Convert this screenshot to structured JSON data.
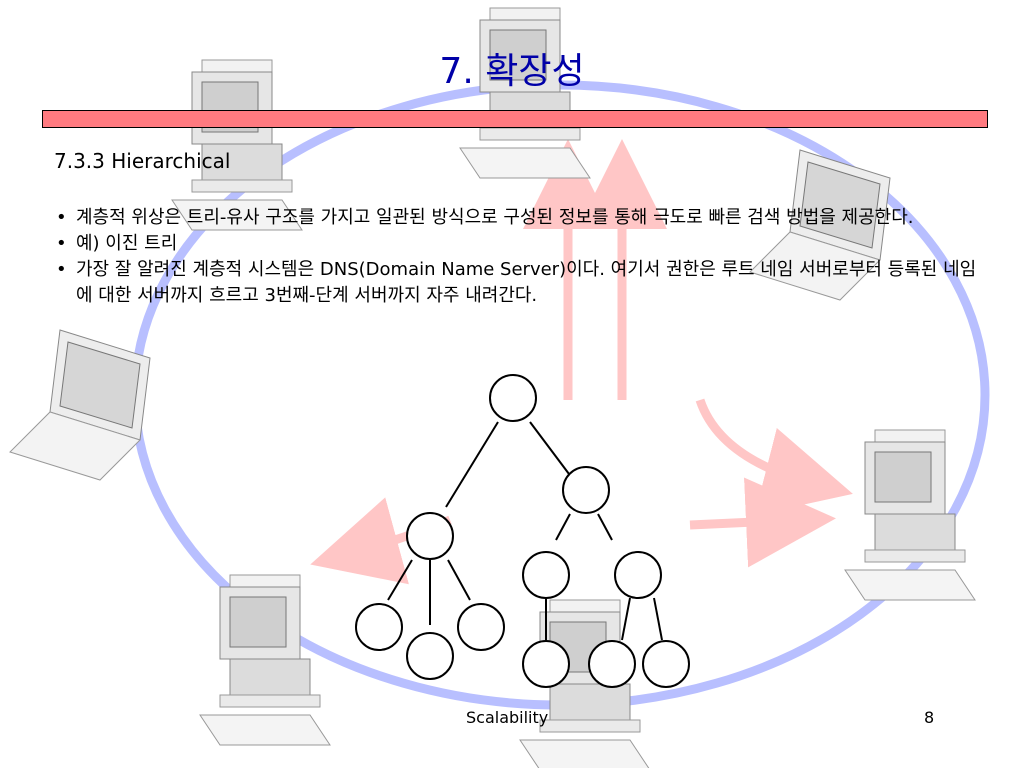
{
  "slide": {
    "title": "7. 확장성",
    "subtitle": "7.3.3 Hierarchical",
    "bullets": [
      "계층적 위상은 트리-유사 구조를 가지고 일관된 방식으로 구성된 정보를 통해 극도로 빠른 검색 방법을 제공한다.",
      "예) 이진 트리",
      "가장 잘 알려진 계층적 시스템은 DNS(Domain Name Server)이다. 여기서 권한은 루트 네임 서버로부터 등록된 네임에 대한 서버까지 흐르고 3번째-단계 서버까지 자주 내려간다."
    ],
    "bullet_symbol": "•",
    "footer": {
      "center": "Scalability",
      "page_number": "8"
    }
  },
  "colors": {
    "title": "#0000a8",
    "rule": "#ff7a80",
    "ring": "#b8bfff",
    "arrows": "#ffc6c6"
  },
  "icons": [
    "desktop-computer-icon",
    "laptop-icon",
    "tree-diagram"
  ]
}
